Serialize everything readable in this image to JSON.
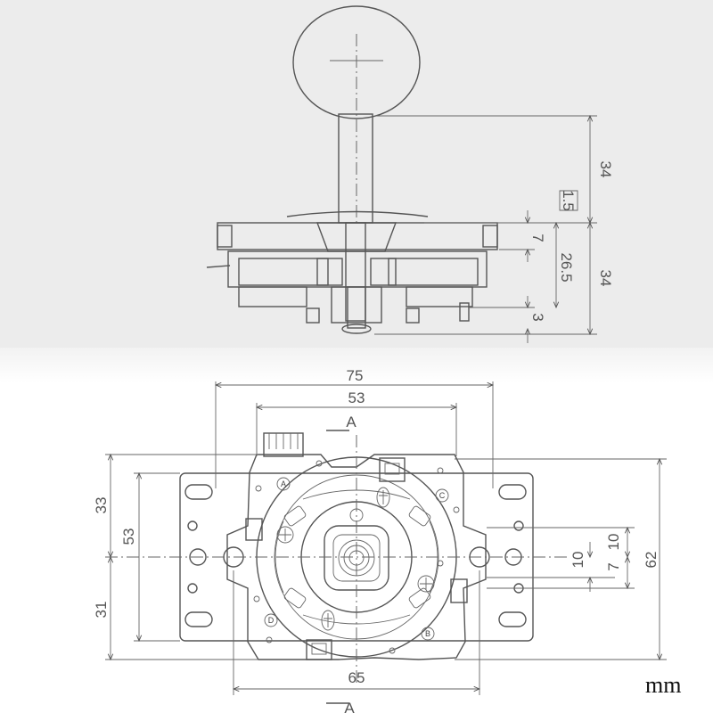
{
  "side_view": {
    "dims": {
      "stick_height": "34",
      "shaft_offset": "1.5",
      "plate_thickness": "7",
      "body_depth": "26.5",
      "lower_height": "34",
      "bottom_clearance": "3"
    }
  },
  "top_view": {
    "dims": {
      "plate_width": "75",
      "body_width": "53",
      "hole_spacing": "65",
      "upper_half": "33",
      "body_height": "53",
      "lower_half": "31",
      "total_height": "62",
      "offset_a": "10",
      "offset_b": "10",
      "offset_c": "7"
    },
    "section_mark_top": "A",
    "section_mark_bottom": "A",
    "switch_labels": [
      "A",
      "B",
      "C",
      "D"
    ]
  },
  "unit": "mm"
}
